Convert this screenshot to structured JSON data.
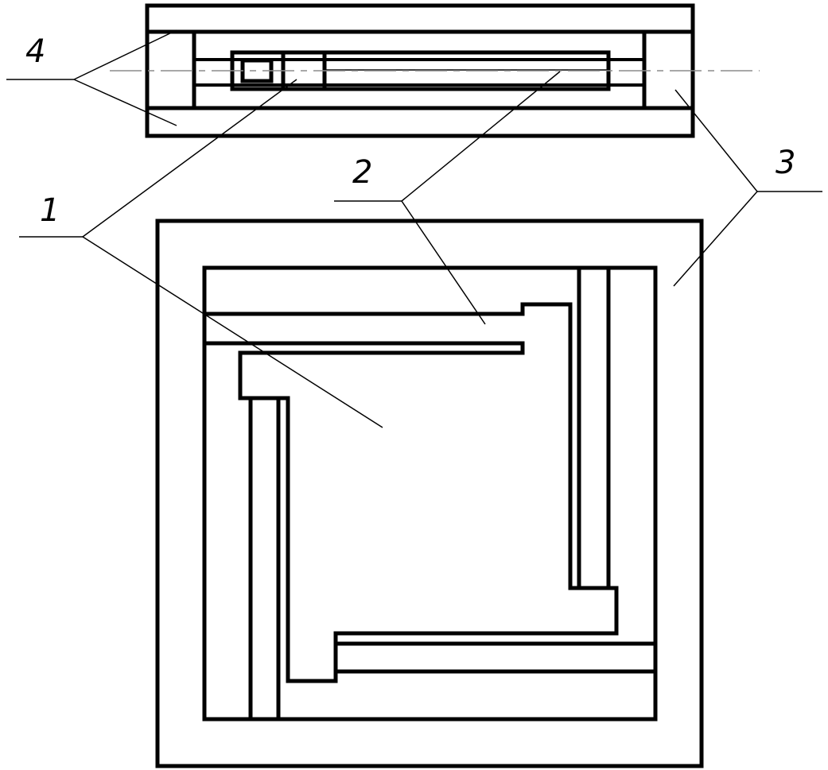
{
  "diagram": {
    "callouts": [
      {
        "id": "callout-1",
        "label": "1"
      },
      {
        "id": "callout-2",
        "label": "2"
      },
      {
        "id": "callout-3",
        "label": "3"
      },
      {
        "id": "callout-4",
        "label": "4"
      }
    ],
    "colors": {
      "stroke": "#000000",
      "background": "#ffffff",
      "axis_line": "#8c8c8c"
    }
  }
}
